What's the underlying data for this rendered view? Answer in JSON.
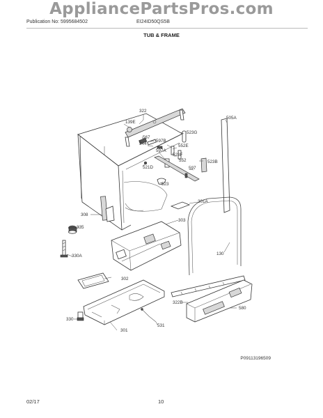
{
  "watermark": "AppliancePartsPros.com",
  "header": {
    "publication": "Publication No: 5995684502",
    "model": "EI24ID50QS5B",
    "title": "TUB & FRAME"
  },
  "footer": {
    "date": "02/17",
    "page": "10",
    "figure_id": "P09113196509"
  },
  "callouts": {
    "c322": "322",
    "c139E": "139E",
    "c567": "567",
    "c597B": "597B",
    "c523G": "523G",
    "c344": "344",
    "c597A": "597A",
    "c552E": "552E",
    "c523F": "523F",
    "c552": "552",
    "c521D": "521D",
    "c523B": "523B",
    "c597": "597",
    "c523": "523",
    "c505A": "505A",
    "c301A": "301A",
    "c308": "308",
    "c303": "303",
    "c335": "335",
    "c330A": "330A",
    "c130": "130",
    "c302": "302",
    "c322B": "322B",
    "c580": "580",
    "c330": "330",
    "c531": "531",
    "c301": "301"
  }
}
